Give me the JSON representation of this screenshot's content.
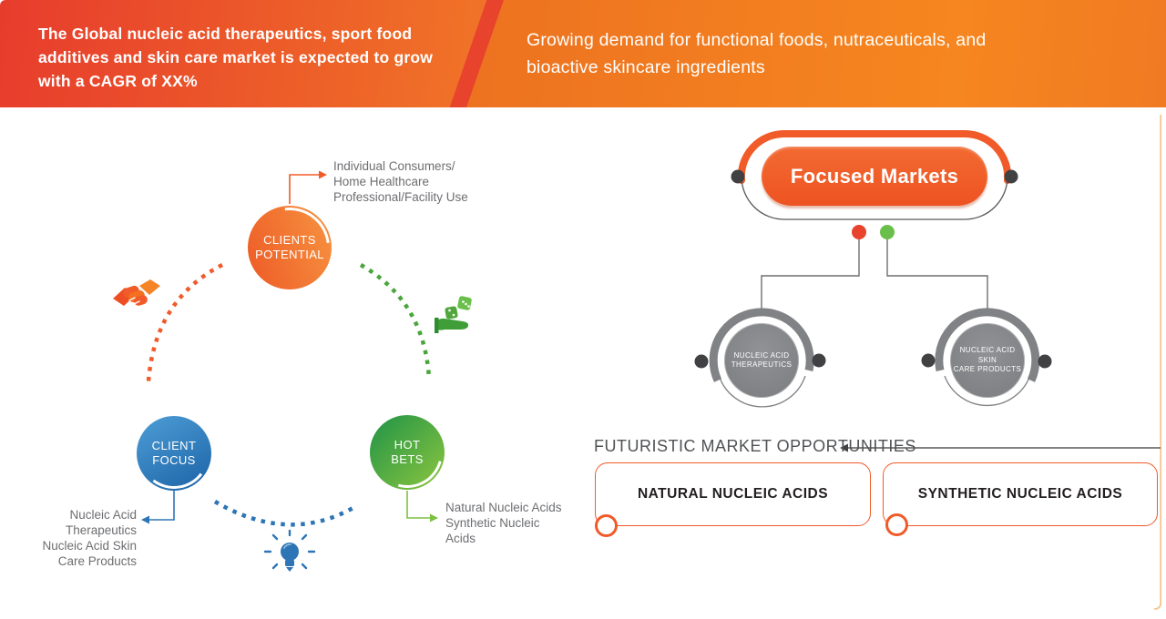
{
  "banner": {
    "left_title": "The Global nucleic acid therapeutics, sport food\nadditives and skin care market is expected to grow\nwith a CAGR of XX%",
    "right_subtitle": "Growing demand for functional foods, nutraceuticals, and\nbioactive skincare ingredients"
  },
  "cycle": {
    "clients_potential": {
      "label": "CLIENTS\nPOTENTIAL",
      "note": "Individual Consumers/\nHome Healthcare\nProfessional/Facility Use"
    },
    "client_focus": {
      "label": "CLIENT\nFOCUS",
      "note": "Nucleic Acid\nTherapeutics\nNucleic Acid Skin\nCare Products"
    },
    "hot_bets": {
      "label": "HOT\nBETS",
      "note": "Natural Nucleic Acids\nSynthetic Nucleic\nAcids"
    },
    "icons": [
      "handshake-icon",
      "dice-hand-icon",
      "lightbulb-icon"
    ]
  },
  "focused_markets": {
    "title": "Focused Markets",
    "items": [
      "NUCLEIC ACID\nTHERAPEUTICS",
      "NUCLEIC ACID SKIN\nCARE PRODUCTS"
    ]
  },
  "opportunities": {
    "heading": "FUTURISTIC MARKET OPPORTUNITIES",
    "items": [
      "NATURAL NUCLEIC ACIDS",
      "SYNTHETIC NUCLEIC ACIDS"
    ]
  },
  "colors": {
    "banner_red": "#e73c2d",
    "banner_orange": "#f5821f",
    "divider_red": "#e8432c",
    "accent_orange": "#f15a29",
    "blue": "#2e75b5",
    "green": "#4aa53c",
    "light_green": "#6abf4b",
    "circle_gray": "#808285",
    "dot_dark_gray": "#414042",
    "note_gray": "#6d6e71",
    "heading_gray": "#505254",
    "red_dot": "#e8432c",
    "frame_left": "#f2836b",
    "frame_right": "#f6cf9e"
  }
}
